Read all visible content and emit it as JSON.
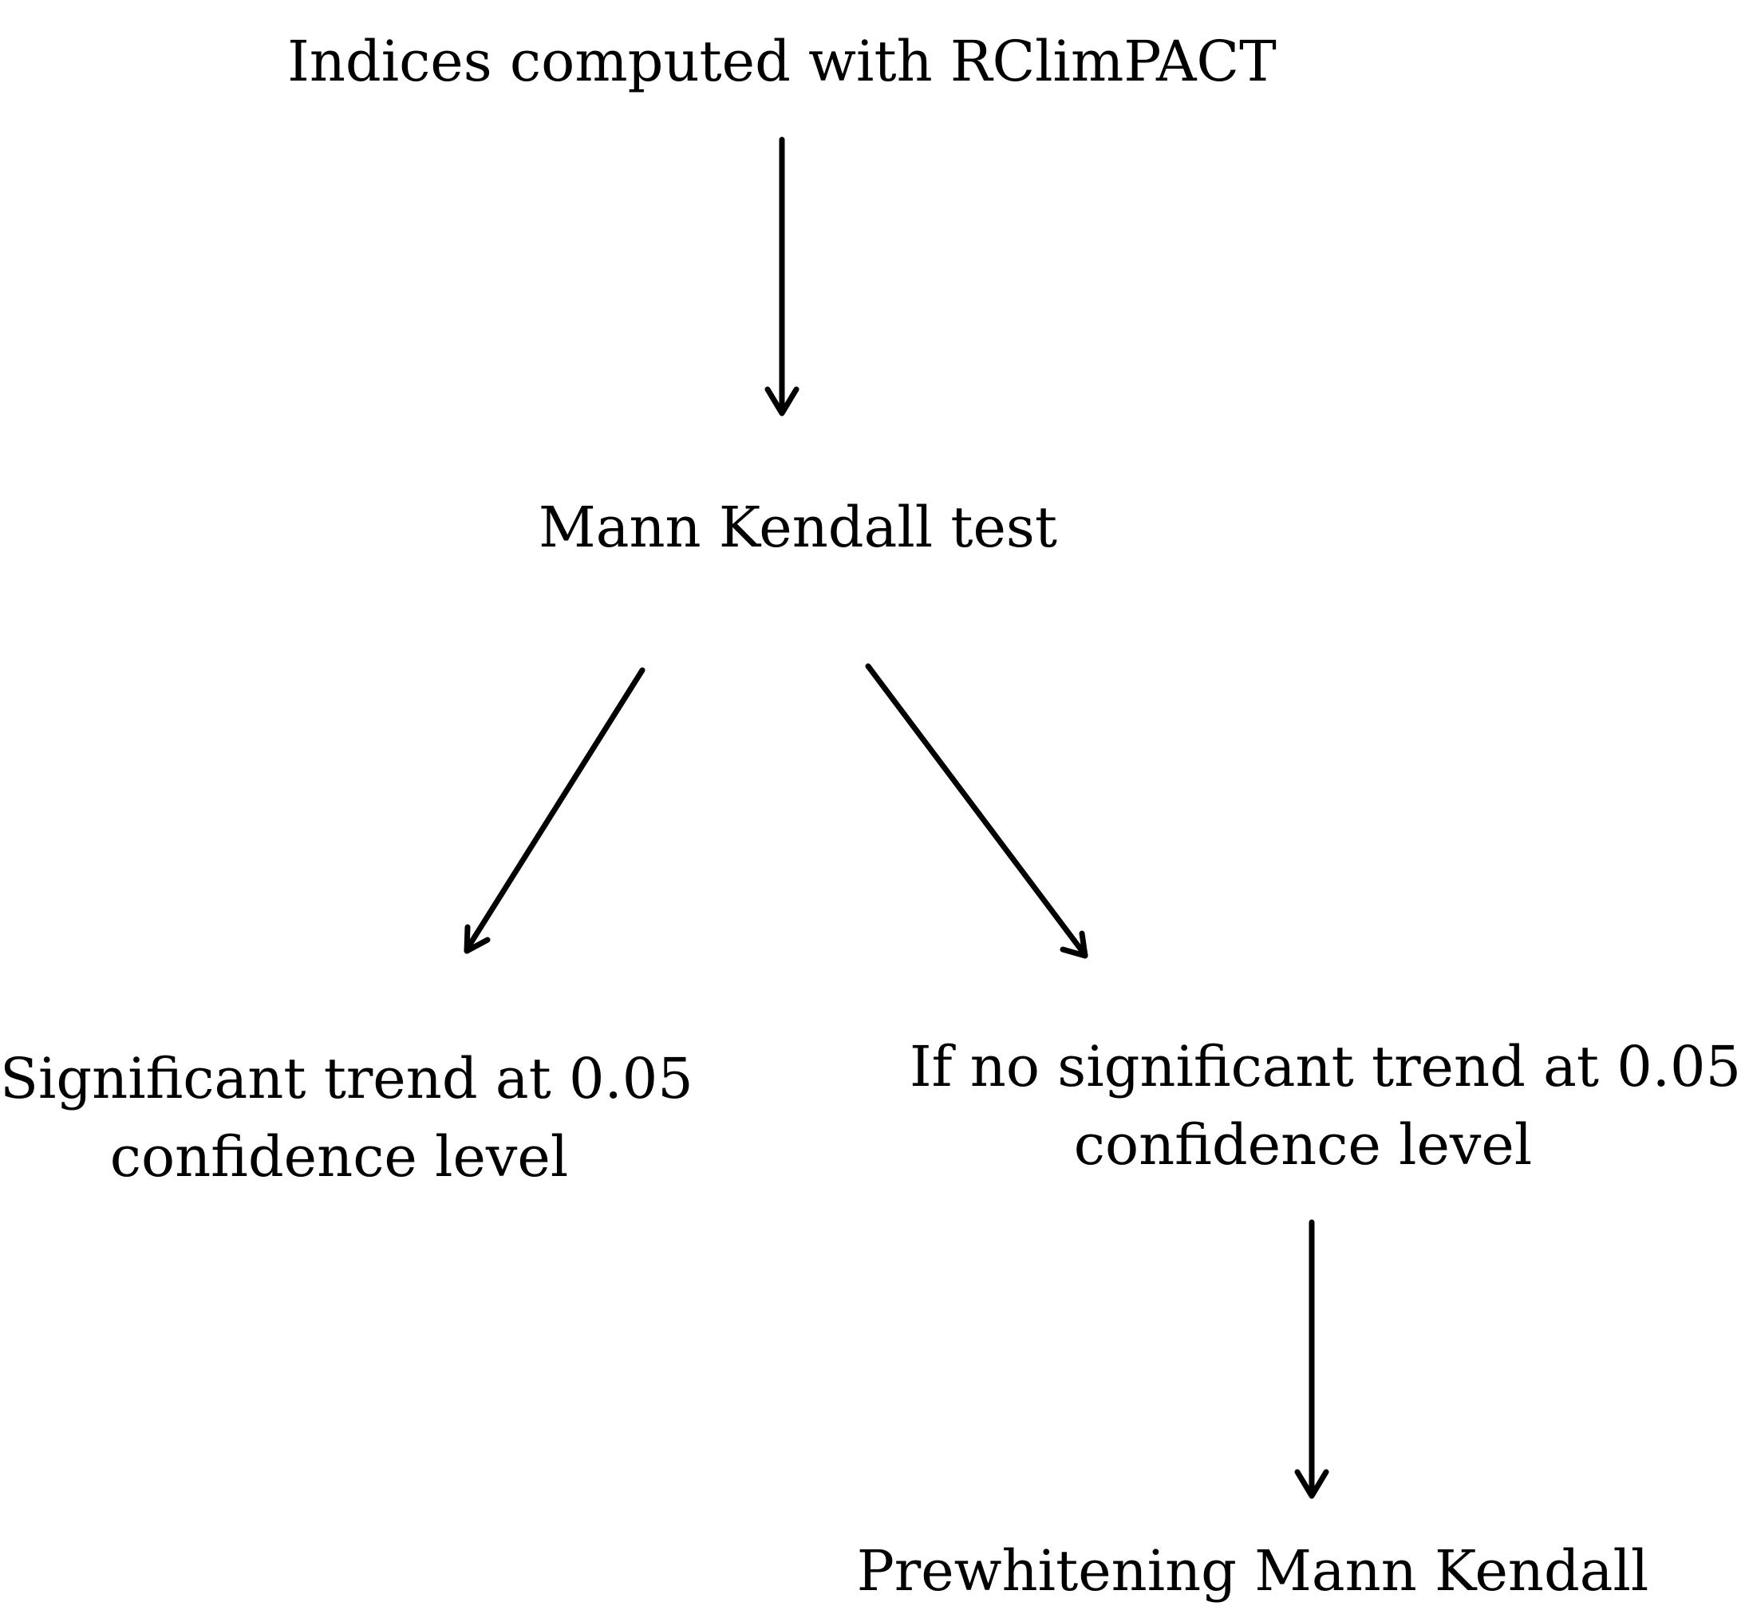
{
  "nodes": {
    "top": "Indices computed with RClimPACT",
    "mann_kendall": "Mann Kendall test",
    "significant": {
      "line1": "Significant trend at 0.05",
      "line2": "confidence level"
    },
    "not_significant": {
      "line1": "If no significant trend at 0.05",
      "line2": "confidence level"
    },
    "prewhitening": "Prewhitening Mann Kendall"
  },
  "colors": {
    "text": "#000000",
    "arrow": "#000000",
    "background": "#ffffff"
  }
}
